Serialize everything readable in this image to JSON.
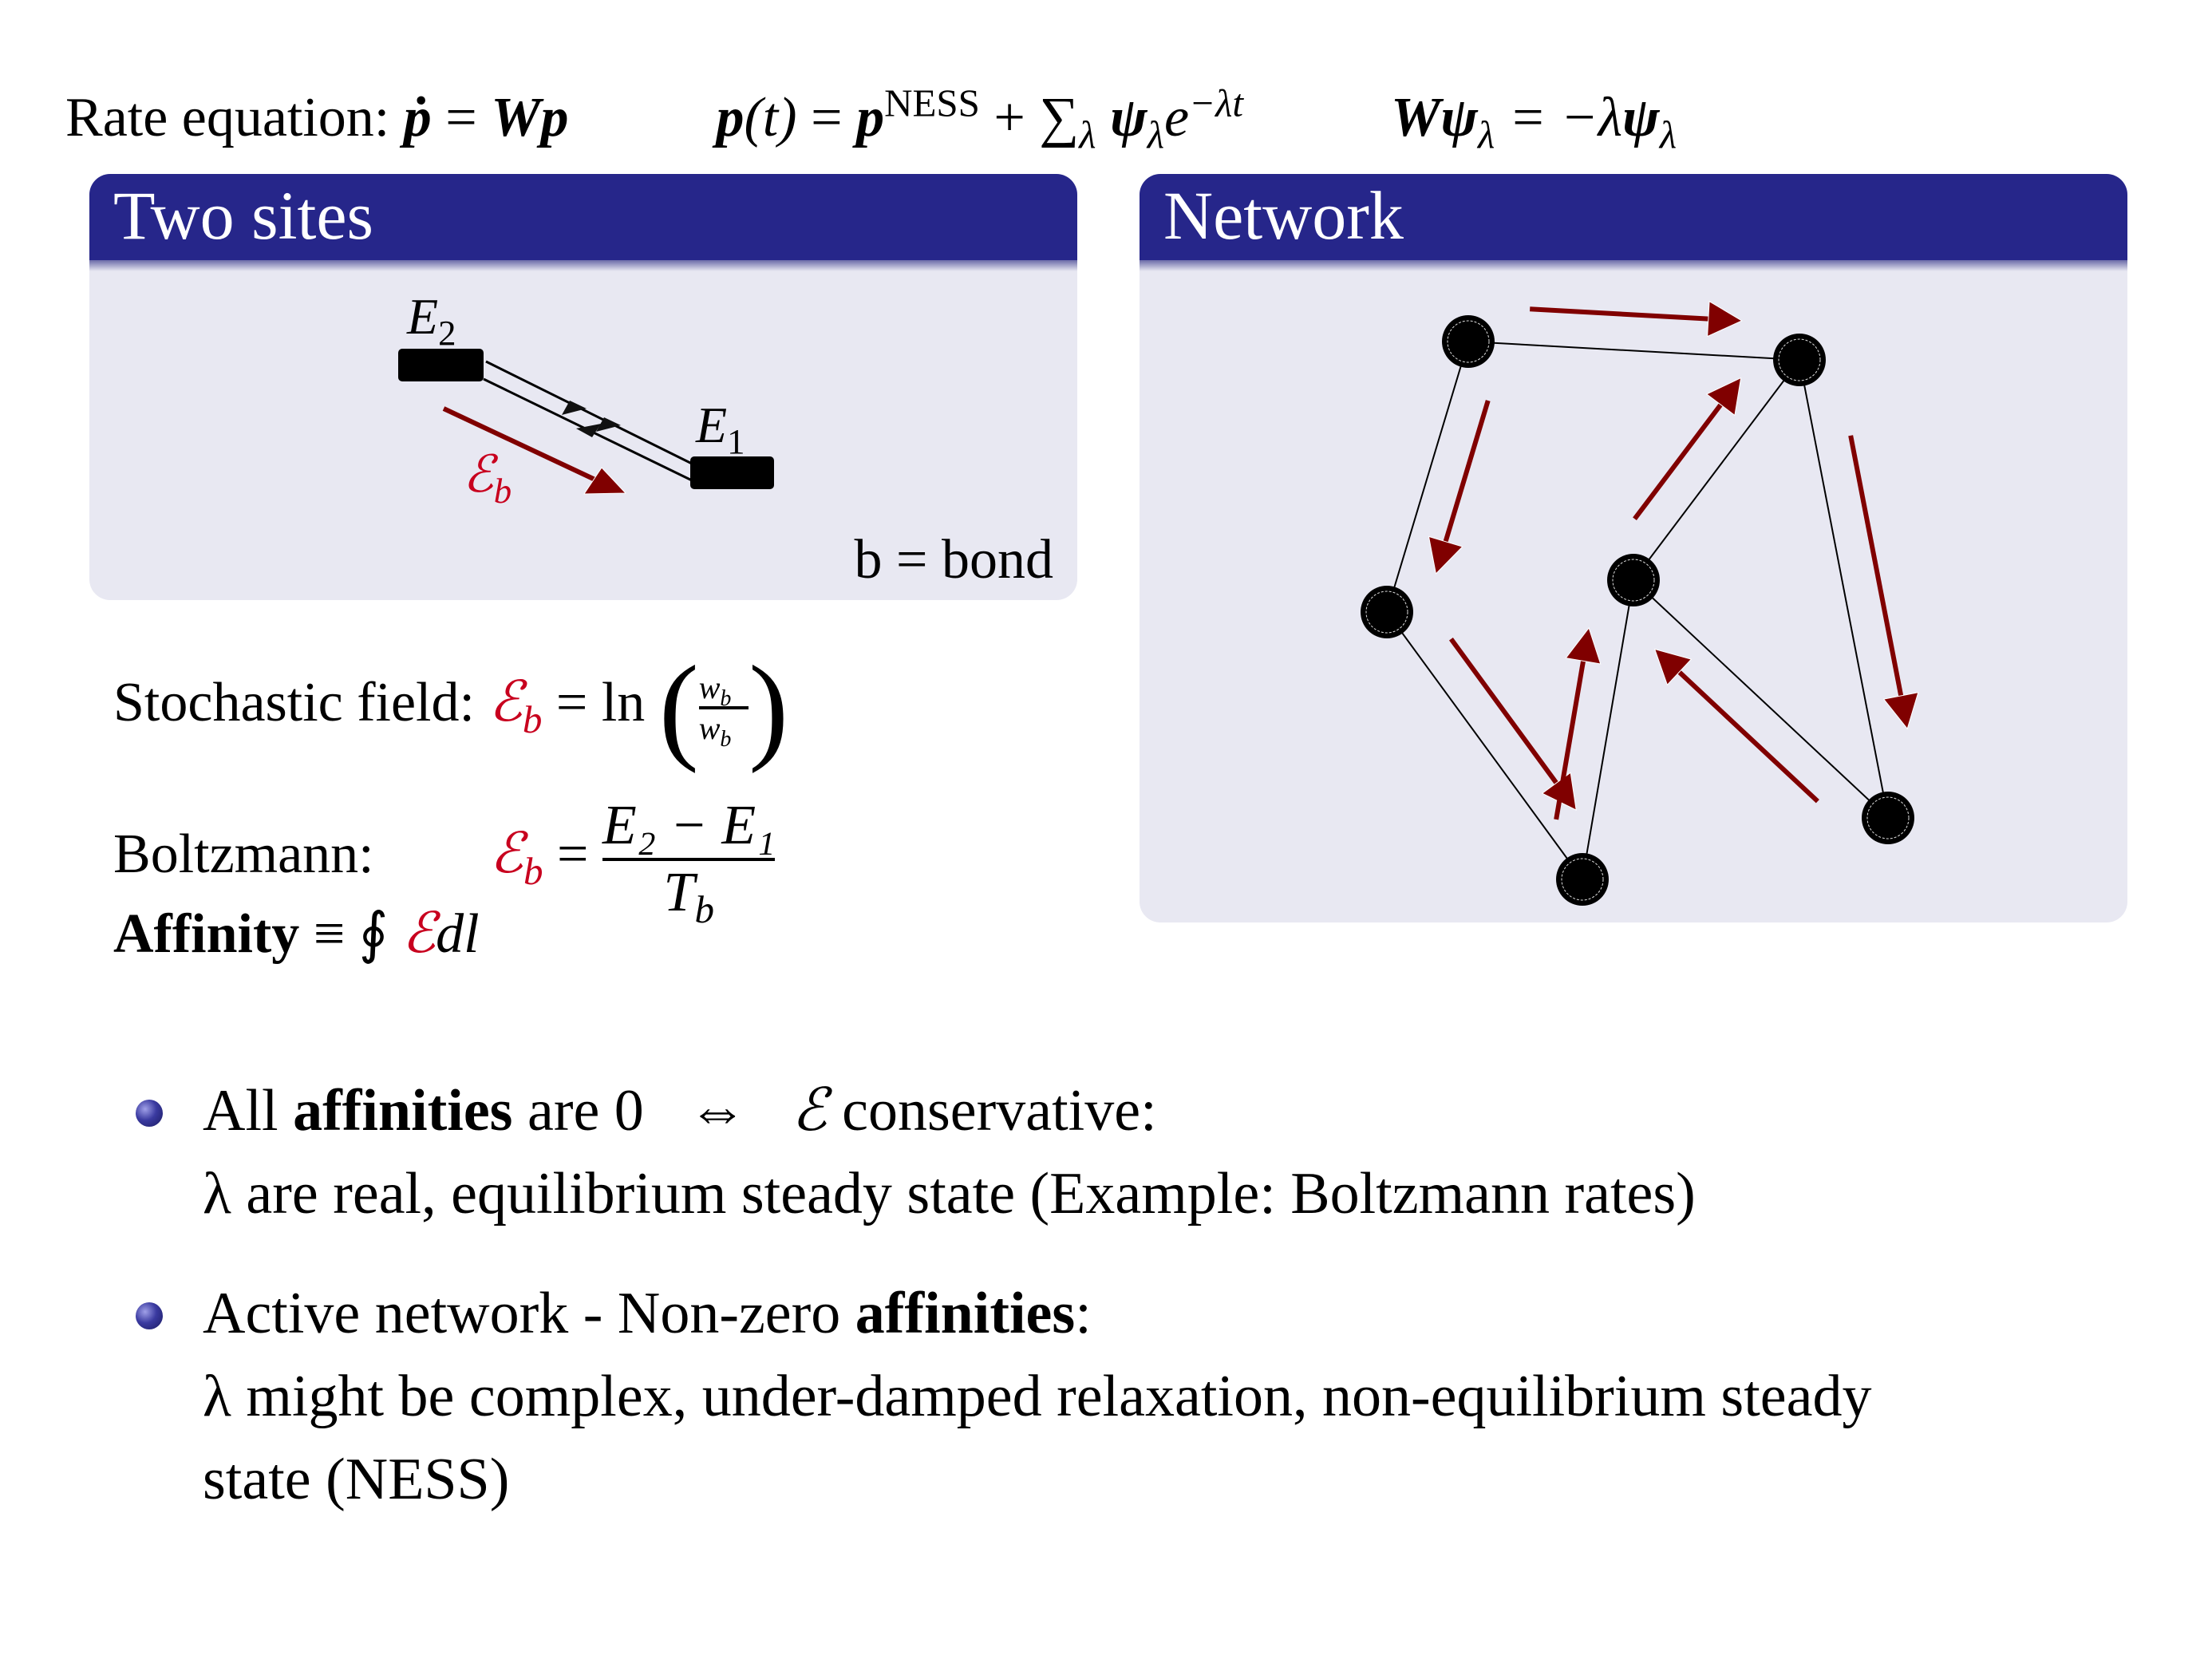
{
  "equations": {
    "rate_label": "Rate equation: ",
    "rate_lhs": "ṗ",
    "rate_rhs": "Wp",
    "eq": " = ",
    "expansion_lhs": "p",
    "expansion_arg": "(t)",
    "expansion_p": "p",
    "expansion_sup": "NESS",
    "expansion_sum": " + ∑",
    "expansion_sum_sub": "λ",
    "expansion_psi": "ψ",
    "expansion_psi_sub": "λ",
    "expansion_exp": "e",
    "expansion_exp_sup": "−λt",
    "eigen_W": "W",
    "eigen_psi": "ψ",
    "eigen_sub": "λ",
    "eigen_rhs": " = −λ",
    "eigen_psi2": "ψ",
    "eigen_sub2": "λ"
  },
  "blocks": {
    "two_sites": {
      "title": "Two sites",
      "E2_label": "E",
      "E2_sub": "2",
      "E1_label": "E",
      "E1_sub": "1",
      "field_label": "ℰ",
      "field_sub": "b",
      "bond_label": "b = bond"
    },
    "network": {
      "title": "Network",
      "nodes": [
        {
          "id": "A"
        },
        {
          "id": "B"
        },
        {
          "id": "C"
        },
        {
          "id": "D"
        },
        {
          "id": "E"
        },
        {
          "id": "F"
        }
      ],
      "edges": [
        [
          "A",
          "B"
        ],
        [
          "A",
          "C"
        ],
        [
          "C",
          "E"
        ],
        [
          "E",
          "D"
        ],
        [
          "D",
          "B"
        ],
        [
          "B",
          "F"
        ],
        [
          "F",
          "D"
        ]
      ],
      "current_arrows": [
        {
          "from": "A",
          "to": "B"
        },
        {
          "from": "A",
          "to": "C"
        },
        {
          "from": "C",
          "to": "E"
        },
        {
          "from": "E",
          "to": "D"
        },
        {
          "from": "D",
          "to": "B"
        },
        {
          "from": "B",
          "to": "F"
        },
        {
          "from": "F",
          "to": "D"
        }
      ]
    }
  },
  "formulas": {
    "stochastic_label": "Stochastic field: ",
    "stochastic_E": "ℰ",
    "stochastic_sub": "b",
    "stochastic_eq": " = ln ",
    "stochastic_num": "w",
    "stochastic_num_sub": "b⃗",
    "stochastic_den": "w",
    "stochastic_den_sub": "b⃖",
    "boltzmann_label": "Boltzmann:",
    "boltzmann_E": "ℰ",
    "boltzmann_sub": "b",
    "boltzmann_eq": " = ",
    "boltzmann_num": "E₂ − E₁",
    "boltzmann_den": "T",
    "boltzmann_den_sub": "b",
    "affinity_label": "Affinity",
    "affinity_def": " ≡ ∮ ",
    "affinity_E": "ℰ",
    "affinity_dl": "dl"
  },
  "bullets": [
    {
      "pre": "All ",
      "bold": "affinities",
      "post": " are 0   ⇔   ",
      "symbol": "ℰ",
      "post2": " conservative:",
      "line2": "λ are real, equilibrium steady state (Example: Boltzmann rates)"
    },
    {
      "pre": "Active network - Non-zero ",
      "bold": "affinities",
      "post": ":",
      "line2": "λ might be complex, under-damped relaxation, non-equilibrium steady",
      "line3": "state (NESS)"
    }
  ],
  "colors": {
    "header_blue": "#26268a",
    "block_bg": "#e8e8f2",
    "field_red": "#c8001e",
    "arrow_darkred": "#800000"
  }
}
